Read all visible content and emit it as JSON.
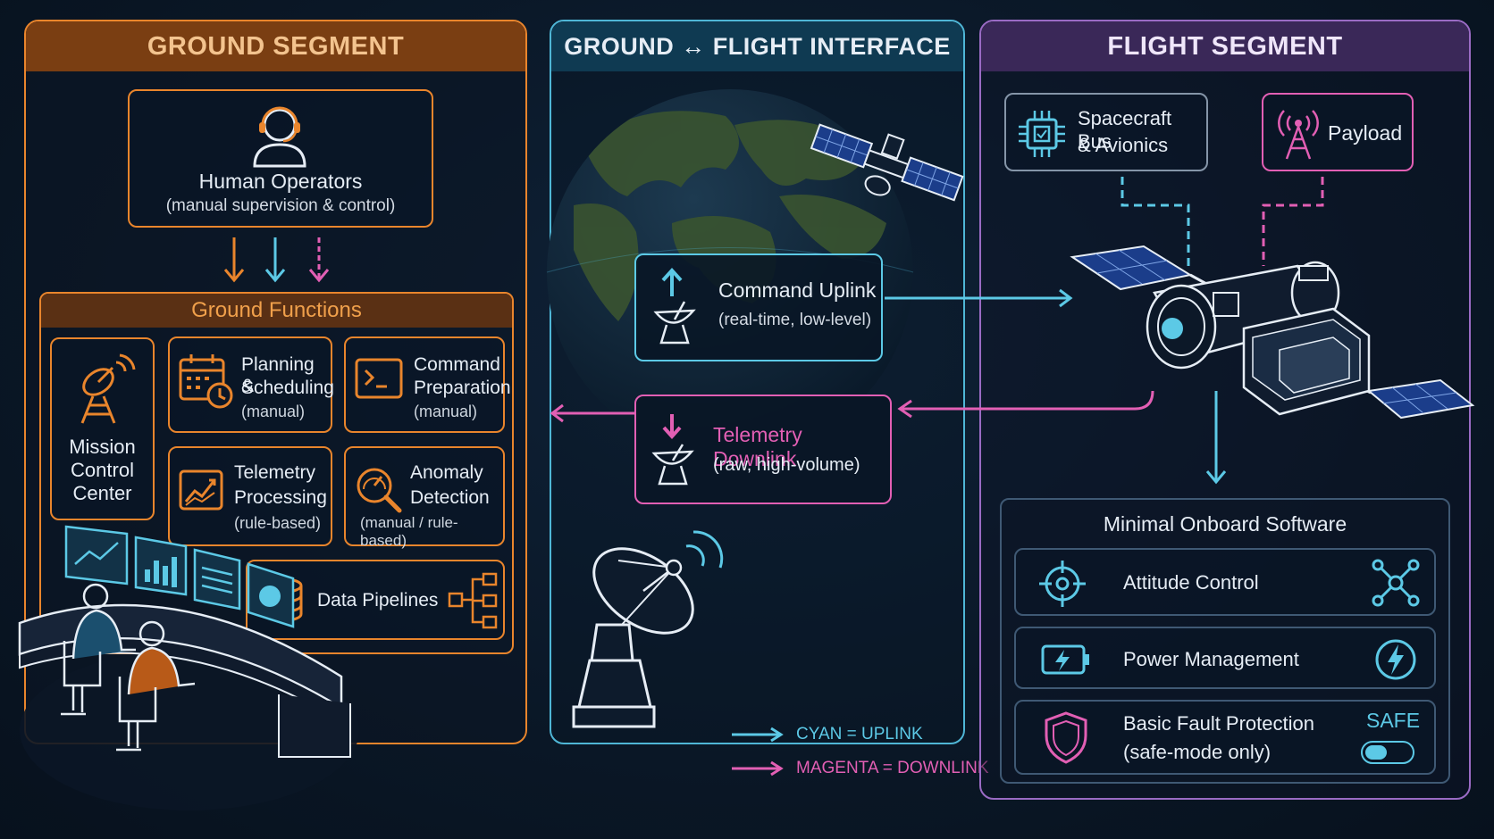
{
  "ground": {
    "title": "GROUND SEGMENT",
    "operators": {
      "title": "Human Operators",
      "subtitle": "(manual supervision & control)"
    },
    "functions_title": "Ground Functions",
    "mission_control": [
      "Mission",
      "Control",
      "Center"
    ],
    "planning": {
      "l1": "Planning &",
      "l2": "Scheduling",
      "note": "(manual)"
    },
    "command_prep": {
      "l1": "Command",
      "l2": "Preparation",
      "note": "(manual)"
    },
    "telemetry_proc": {
      "l1": "Telemetry",
      "l2": "Processing",
      "note": "(rule-based)"
    },
    "anomaly": {
      "l1": "Anomaly",
      "l2": "Detection",
      "note": "(manual / rule-based)"
    },
    "pipelines": "Data Pipelines"
  },
  "interface": {
    "title": "GROUND ↔ FLIGHT INTERFACE",
    "uplink": {
      "title": "Command Uplink",
      "subtitle": "(real-time, low-level)"
    },
    "downlink": {
      "title": "Telemetry Downlink",
      "subtitle": "(raw, high-volume)"
    },
    "legend": [
      {
        "label": "CYAN = UPLINK",
        "color": "#5cc9e6"
      },
      {
        "label": "MAGENTA = DOWNLINK",
        "color": "#e25fb4"
      }
    ]
  },
  "flight": {
    "title": "FLIGHT SEGMENT",
    "bus": {
      "l1": "Spacecraft Bus",
      "l2": "& Avionics"
    },
    "payload": "Payload",
    "software_title": "Minimal Onboard Software",
    "attitude": "Attitude Control",
    "power": "Power Management",
    "fault": {
      "l1": "Basic Fault Protection",
      "l2": "(safe-mode only)",
      "badge": "SAFE"
    }
  },
  "colors": {
    "orange": "#e9852c",
    "cyan": "#5cc9e6",
    "magenta": "#e25fb4",
    "purple": "#9a6bc4"
  },
  "icons": [
    "operator-headset-icon",
    "calendar-clock-icon",
    "terminal-icon",
    "radar-dish-icon",
    "trend-chart-icon",
    "magnifier-icon",
    "database-icon",
    "pipeline-tree-icon",
    "chip-icon",
    "antenna-tower-icon",
    "crosshair-icon",
    "battery-icon",
    "lightning-icon",
    "shield-icon",
    "network-icon",
    "toggle-icon",
    "satellite-icon",
    "globe-icon",
    "ground-antenna-icon"
  ]
}
